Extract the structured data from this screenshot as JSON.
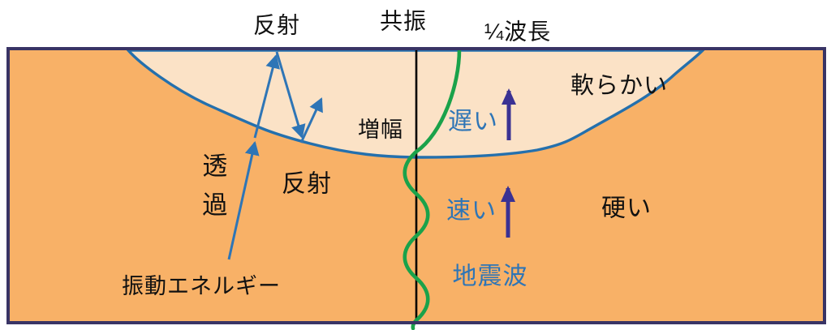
{
  "diagram": {
    "labels": {
      "reflection_top": "反射",
      "resonance": "共振",
      "quarter_wavelength": "¼波長",
      "soft": "軟らかい",
      "amplification": "増幅",
      "slow": "遅い",
      "transmission": "透過",
      "reflection_basin": "反射",
      "fast": "速い",
      "hard": "硬い",
      "vibration_energy": "振動エネルギー",
      "seismic_wave": "地震波"
    },
    "icons": {
      "up_arrow_slow": "upward-arrow",
      "up_arrow_fast": "upward-arrow",
      "seismic_wave_line": "wavy-line",
      "incident_arrow": "diagonal-arrow",
      "transmitted_arrow": "diagonal-arrow",
      "surface_reflection_arrow": "diagonal-arrow",
      "basin_reflection_arrow": "diagonal-arrow"
    }
  },
  "colors": {
    "background": "#FFFFFF",
    "bedrock": "#F8B167",
    "basin": "#FBE2C6",
    "frame": "#393465",
    "boundary": "#2470AD",
    "arrow_blue": "#2E75B6",
    "text_blue": "#2E75B6",
    "arrow_purple": "#3A3193",
    "wave_green": "#1AA24A",
    "text_black": "#111111"
  }
}
